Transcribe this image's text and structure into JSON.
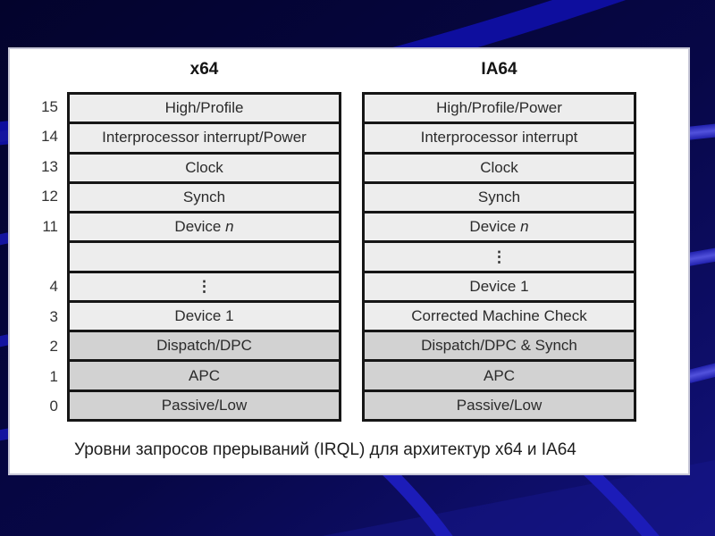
{
  "panel": {
    "caption": "Уровни  запросов прерываний (IRQL) для архитектур x64 и  IA64"
  },
  "diagram": {
    "levels": [
      "15",
      "14",
      "13",
      "12",
      "11",
      "",
      "4",
      "3",
      "2",
      "1",
      "0"
    ],
    "columns": [
      {
        "id": "x64",
        "header": "x64",
        "rows": [
          {
            "text": "High/Profile"
          },
          {
            "text": "Interprocessor interrupt/Power"
          },
          {
            "text": "Clock"
          },
          {
            "text": "Synch"
          },
          {
            "text": "Device ",
            "italic": "n"
          },
          {
            "text": ""
          },
          {
            "text": "⋮",
            "dots": true
          },
          {
            "text": "Device 1"
          },
          {
            "text": "Dispatch/DPC",
            "shaded": true
          },
          {
            "text": "APC",
            "shaded": true
          },
          {
            "text": "Passive/Low",
            "shaded": true
          }
        ]
      },
      {
        "id": "ia64",
        "header": "IA64",
        "rows": [
          {
            "text": "High/Profile/Power"
          },
          {
            "text": "Interprocessor interrupt"
          },
          {
            "text": "Clock"
          },
          {
            "text": "Synch"
          },
          {
            "text": "Device ",
            "italic": "n"
          },
          {
            "text": "⋮",
            "dots": true
          },
          {
            "text": "Device 1"
          },
          {
            "text": "Corrected Machine Check"
          },
          {
            "text": "Dispatch/DPC & Synch",
            "shaded": true
          },
          {
            "text": "APC",
            "shaded": true
          },
          {
            "text": "Passive/Low",
            "shaded": true
          }
        ]
      }
    ]
  },
  "colors": {
    "row_light": "#ededed",
    "row_shaded": "#d2d2d2",
    "border": "#161616",
    "background_dark": "#03032c",
    "background_bright": "#12127e",
    "ribbon": "#0e0e9e",
    "ribbon_bright": "#2e2ec6"
  }
}
